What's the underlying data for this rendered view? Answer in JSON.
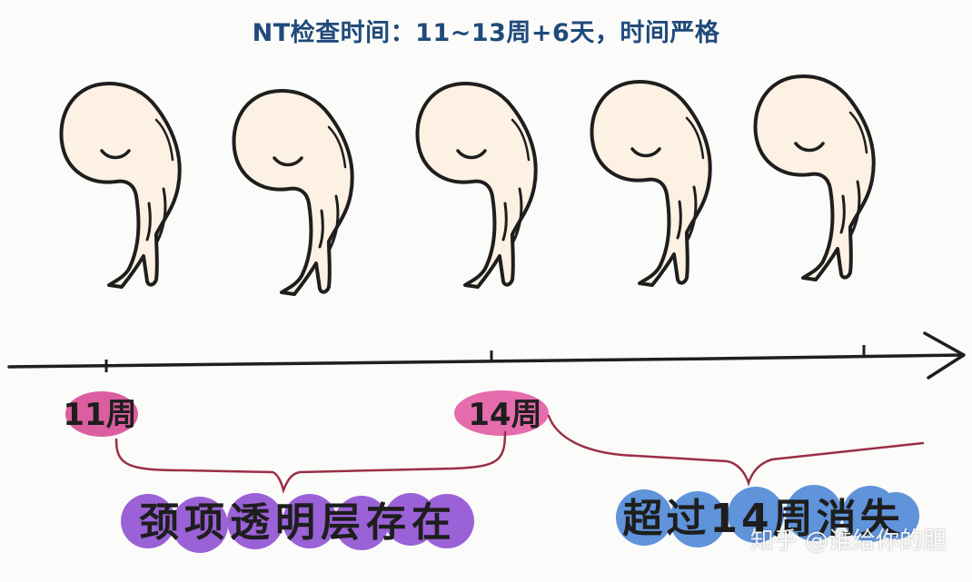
{
  "title": "NT检查时间：11~13周+6天，时间严格",
  "labels": {
    "week11": "11周",
    "week14": "14周",
    "exists": "颈项透明层存在",
    "disappears": "超过14周消失"
  },
  "watermark": "知乎 @谁给你的胆",
  "colors": {
    "title": "#1f4a7a",
    "pink": "#d9559b",
    "purple": "#9a62d6",
    "blue": "#5f93da",
    "bracket": "#9a2f47",
    "embryo_fill": "#fdf1e3",
    "ink": "#1e1e1e"
  }
}
